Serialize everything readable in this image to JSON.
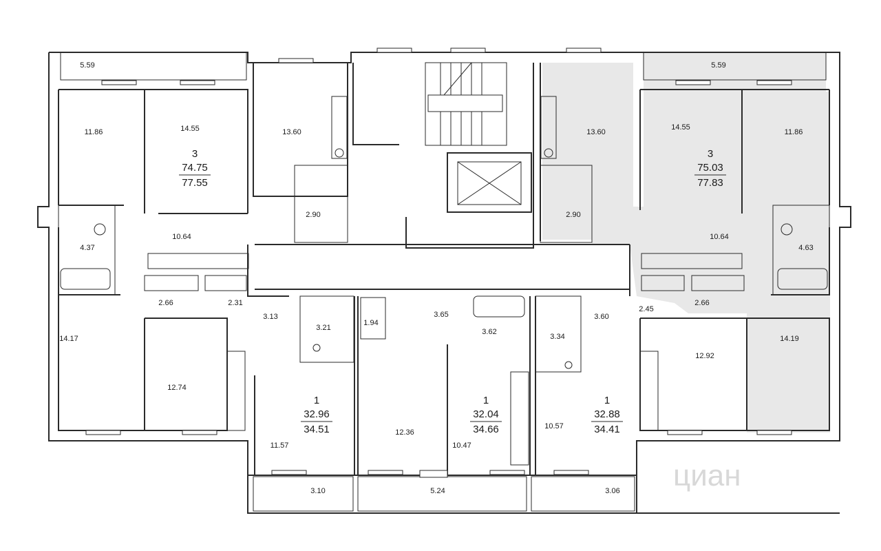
{
  "colors": {
    "wall": "#2a2a2a",
    "highlight": "#e8e8e8",
    "background": "#ffffff",
    "watermark": "#d8d8d8"
  },
  "apartments": [
    {
      "id": "apt-left-3",
      "rooms": "3",
      "living_area": "74.75",
      "total_area": "77.55"
    },
    {
      "id": "apt-right-3",
      "rooms": "3",
      "living_area": "75.03",
      "total_area": "77.83",
      "highlighted": true
    },
    {
      "id": "apt-1a",
      "rooms": "1",
      "living_area": "32.96",
      "total_area": "34.51"
    },
    {
      "id": "apt-1b",
      "rooms": "1",
      "living_area": "32.04",
      "total_area": "34.66"
    },
    {
      "id": "apt-1c",
      "rooms": "1",
      "living_area": "32.88",
      "total_area": "34.41"
    }
  ],
  "room_areas": [
    "5.59",
    "11.86",
    "14.55",
    "13.60",
    "2.90",
    "10.64",
    "4.37",
    "2.66",
    "2.31",
    "3.13",
    "3.21",
    "1.94",
    "3.65",
    "3.62",
    "3.34",
    "3.60",
    "13.60",
    "14.55",
    "11.86",
    "5.59",
    "2.90",
    "10.64",
    "4.63",
    "2.45",
    "2.66",
    "14.17",
    "12.74",
    "11.57",
    "12.36",
    "10.47",
    "10.57",
    "12.92",
    "14.19",
    "3.10",
    "5.24",
    "3.06"
  ],
  "watermark": "циан"
}
